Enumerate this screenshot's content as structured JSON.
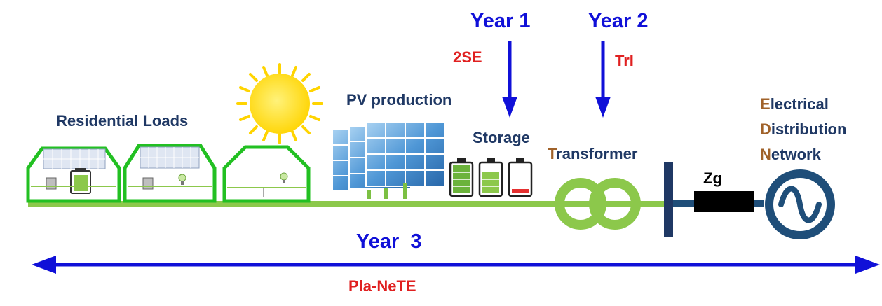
{
  "labels": {
    "year1": "Year 1",
    "year2": "Year 2",
    "year3": "Year  3",
    "label_2se": "2SE",
    "label_trl": "TrI",
    "residential_loads": "Residential Loads",
    "pv_production": "PV production",
    "storage": "Storage",
    "transformer_initial": "T",
    "transformer_rest": "ransformer",
    "impedance": "Zg",
    "plan_name": "Pla-NeTE",
    "network_line1_initial": "E",
    "network_line1_rest": "lectrical",
    "network_line2_initial": "D",
    "network_line2_rest": "istribution",
    "network_line3_initial": "N",
    "network_line3_rest": "etwork"
  },
  "colors": {
    "year_blue": "#1010d8",
    "red_label": "#e02020",
    "navy_text": "#1f3864",
    "initial_brown": "#a0622a",
    "bus_green": "#8cc84b",
    "house_green": "#22c022",
    "source_navy": "#1f4e79"
  },
  "storage_levels": [
    1.0,
    0.75,
    0.15
  ]
}
